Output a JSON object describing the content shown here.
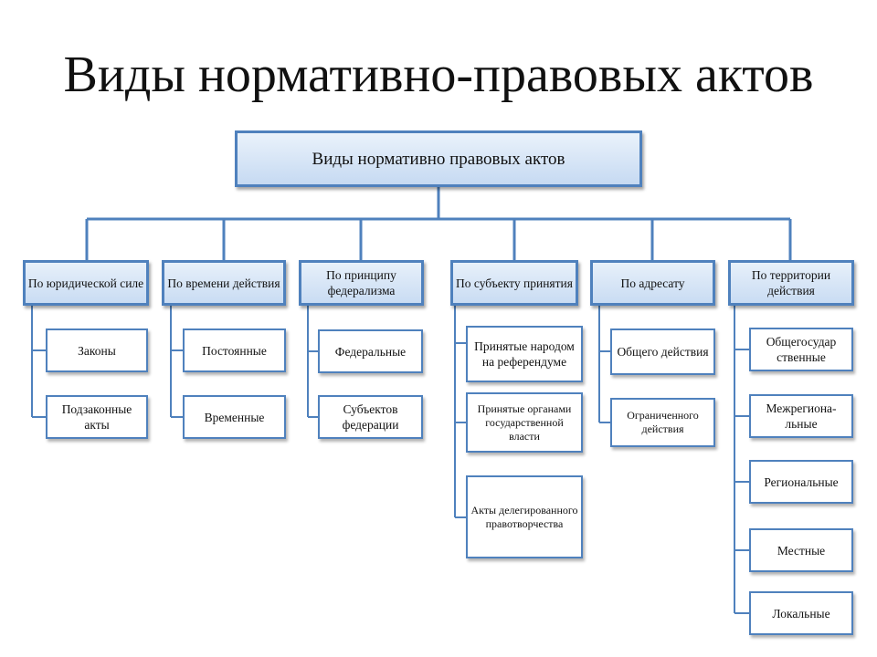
{
  "title": "Виды нормативно-правовых актов",
  "root": "Виды нормативно правовых актов",
  "categories": [
    {
      "label": "По юридической силе",
      "items": [
        "Законы",
        "Подзаконные акты"
      ]
    },
    {
      "label": "По времени действия",
      "items": [
        "Постоянные",
        "Временные"
      ]
    },
    {
      "label": "По принципу федерализма",
      "items": [
        "Федеральные",
        "Субъектов федерации"
      ]
    },
    {
      "label": "По субъекту принятия",
      "items": [
        "Принятые народом на референдуме",
        "Принятые органами государственной власти",
        "Акты делегированного правотворчества"
      ]
    },
    {
      "label": "По адресату",
      "items": [
        "Общего действия",
        "Ограниченного действия"
      ]
    },
    {
      "label": "По территории действия",
      "items": [
        "Общегосудар ственные",
        "Межрегиона-льные",
        "Региональные",
        "Местные",
        "Локальные"
      ]
    }
  ],
  "colors": {
    "border": "#4f81bd",
    "box_fill_top": "#eaf2fb",
    "box_fill_bottom": "#c6daf2"
  }
}
